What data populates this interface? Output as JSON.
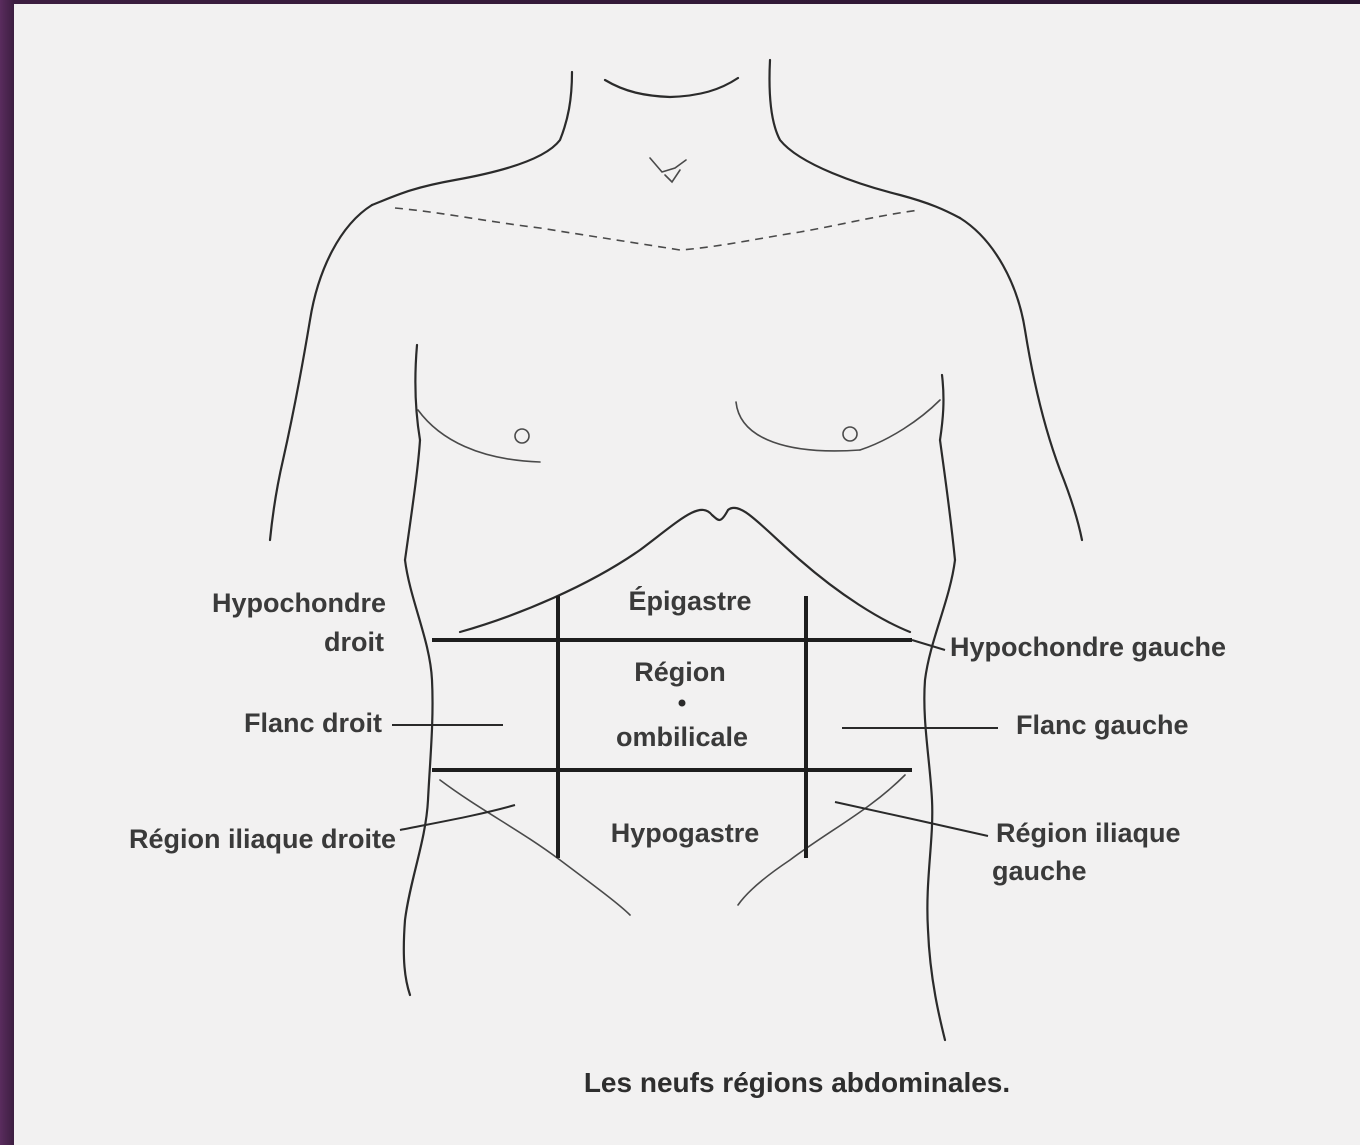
{
  "regions": {
    "epigastre": "Épigastre",
    "region_ombilicale_line1": "Région",
    "region_ombilicale_line2": "ombilicale",
    "hypogastre": "Hypogastre",
    "hypochondre_droit_line1": "Hypochondre",
    "hypochondre_droit_line2": "droit",
    "hypochondre_gauche": "Hypochondre gauche",
    "flanc_droit": "Flanc droit",
    "flanc_gauche": "Flanc gauche",
    "iliaque_droite": "Région iliaque droite",
    "iliaque_gauche_line1": "Région iliaque",
    "iliaque_gauche_line2": "gauche"
  },
  "caption": "Les neufs régions abdominales."
}
